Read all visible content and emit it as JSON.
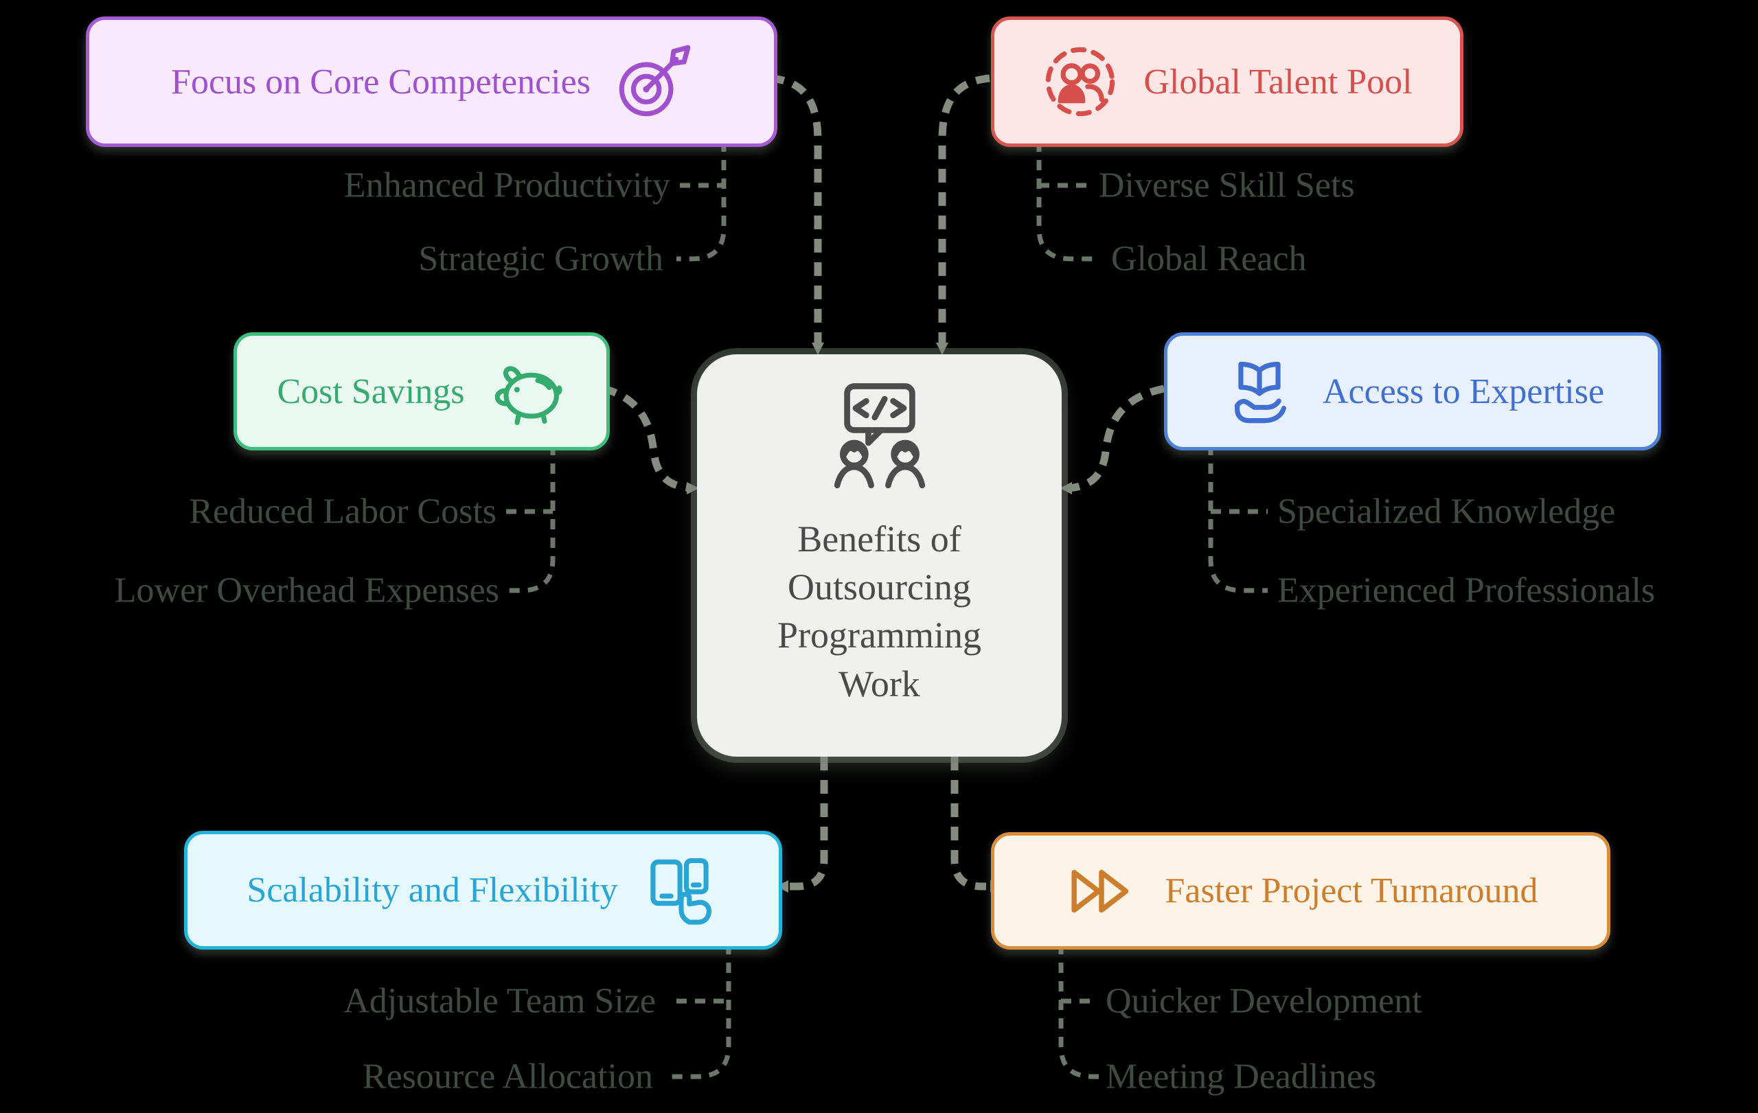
{
  "canvas_bg": "#000000",
  "connector_main_color": "#848c80",
  "connector_sub_color": "#6b7769",
  "sub_label_color": "#3f4b41",
  "center": {
    "title": "Benefits of Outsourcing Programming Work",
    "title_lines": [
      "Benefits of",
      "Outsourcing",
      "Programming",
      "Work"
    ],
    "icon": "code-chat-people-icon",
    "bg_color": "#f0f0ee",
    "text_color": "#4a4a4a"
  },
  "branches": [
    {
      "label": "Focus on Core Competencies",
      "icon": "target-dart-icon",
      "icon_side": "right",
      "bg_color": "#f8e9fc",
      "border_color": "#a55ad6",
      "text_color": "#a050cf",
      "children": [
        "Enhanced Productivity",
        "Strategic Growth"
      ]
    },
    {
      "label": "Global Talent Pool",
      "icon": "people-network-icon",
      "icon_side": "left",
      "bg_color": "#fce6e6",
      "border_color": "#d95552",
      "text_color": "#d64f4b",
      "children": [
        "Diverse Skill Sets",
        "Global Reach"
      ]
    },
    {
      "label": "Cost Savings",
      "icon": "piggy-bank-icon",
      "icon_side": "right",
      "bg_color": "#e9f9f1",
      "border_color": "#3fbd7c",
      "text_color": "#35ab6d",
      "children": [
        "Reduced Labor Costs",
        "Lower Overhead Expenses"
      ]
    },
    {
      "label": "Access to Expertise",
      "icon": "book-hand-icon",
      "icon_side": "left",
      "bg_color": "#e9f0fd",
      "border_color": "#4e82da",
      "text_color": "#3f6fd0",
      "children": [
        "Specialized Knowledge",
        "Experienced Professionals"
      ]
    },
    {
      "label": "Scalability and Flexibility",
      "icon": "devices-hand-icon",
      "icon_side": "right",
      "bg_color": "#e4f8fd",
      "border_color": "#24b3da",
      "text_color": "#28a5d4",
      "children": [
        "Adjustable Team Size",
        "Resource Allocation"
      ]
    },
    {
      "label": "Faster Project Turnaround",
      "icon": "fast-forward-icon",
      "icon_side": "left",
      "bg_color": "#fdf3e6",
      "border_color": "#d88d3e",
      "text_color": "#cc7e2c",
      "children": [
        "Quicker Development",
        "Meeting Deadlines"
      ]
    }
  ]
}
